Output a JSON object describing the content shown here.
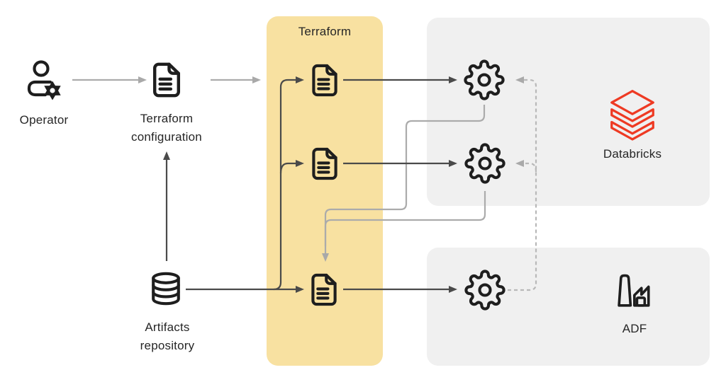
{
  "groups": {
    "terraform": {
      "title": "Terraform",
      "bg_color": "#F8E1A1"
    },
    "databricks": {
      "label": "Databricks",
      "bg_color": "#F0F0F0"
    },
    "adf": {
      "label": "ADF",
      "bg_color": "#F0F0F0"
    }
  },
  "nodes": {
    "operator": {
      "label": "Operator",
      "icon": "operator-icon"
    },
    "terraform_configuration": {
      "label_line1": "Terraform",
      "label_line2": "configuration",
      "icon": "document-icon"
    },
    "artifacts_repository": {
      "label_line1": "Artifacts",
      "label_line2": "repository",
      "icon": "database-icon"
    },
    "terraform_doc_1": {
      "icon": "document-icon"
    },
    "terraform_doc_2": {
      "icon": "document-icon"
    },
    "terraform_doc_3": {
      "icon": "document-icon"
    },
    "databricks_gear_1": {
      "icon": "gear-icon"
    },
    "databricks_gear_2": {
      "icon": "gear-icon"
    },
    "adf_gear": {
      "icon": "gear-icon"
    },
    "databricks_logo": {
      "icon": "databricks-logo-icon"
    },
    "adf_factory": {
      "icon": "factory-icon"
    }
  },
  "edges": [
    {
      "from": "operator",
      "to": "terraform_configuration",
      "style": "solid-gray"
    },
    {
      "from": "terraform_configuration",
      "to": "terraform_group",
      "style": "solid-gray"
    },
    {
      "from": "artifacts_repository",
      "to": "terraform_configuration",
      "style": "solid-dark"
    },
    {
      "from": "artifacts_repository",
      "to": "terraform_doc_1",
      "style": "solid-dark"
    },
    {
      "from": "artifacts_repository",
      "to": "terraform_doc_2",
      "style": "solid-dark"
    },
    {
      "from": "artifacts_repository",
      "to": "terraform_doc_3",
      "style": "solid-dark"
    },
    {
      "from": "terraform_doc_1",
      "to": "databricks_gear_1",
      "style": "solid-dark"
    },
    {
      "from": "terraform_doc_2",
      "to": "databricks_gear_2",
      "style": "solid-dark"
    },
    {
      "from": "terraform_doc_3",
      "to": "adf_gear",
      "style": "solid-dark"
    },
    {
      "from": "databricks_gear_1",
      "to": "terraform_doc_3",
      "style": "solid-gray"
    },
    {
      "from": "databricks_gear_2",
      "to": "terraform_doc_3",
      "style": "solid-gray"
    },
    {
      "from": "adf_gear",
      "to": "databricks_gear_1",
      "style": "dashed-gray"
    },
    {
      "from": "adf_gear",
      "to": "databricks_gear_2",
      "style": "dashed-gray"
    }
  ],
  "colors": {
    "background": "#FFFFFF",
    "icon_stroke": "#1E1E1E",
    "databricks_red": "#EE3A23",
    "connector_dark": "#4A4A4A",
    "connector_gray": "#ABABAB",
    "connector_dashed": "#B8B8B8",
    "text": "#262626"
  }
}
